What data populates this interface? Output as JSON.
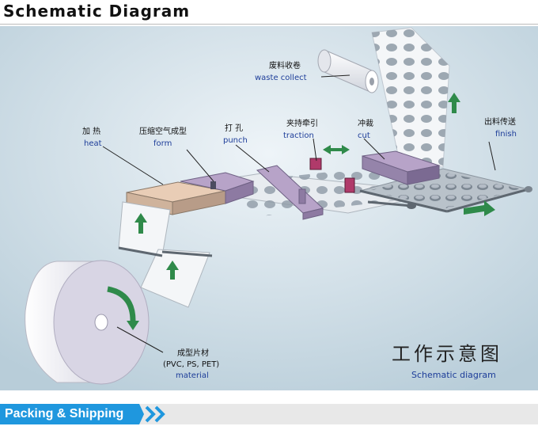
{
  "header": {
    "title": "Schematic Diagram"
  },
  "diagram": {
    "labels": {
      "waste_zh": "废料收卷",
      "waste_en": "waste collect",
      "heat_zh": "加  热",
      "heat_en": "heat",
      "form_zh": "压缩空气成型",
      "form_en": "form",
      "punch_zh": "打 孔",
      "punch_en": "punch",
      "traction_zh": "夹持牵引",
      "traction_en": "traction",
      "cut_zh": "冲裁",
      "cut_en": "cut",
      "finish_zh": "出料传送",
      "finish_en": "finish",
      "material_zh": "成型片材",
      "material_types": "(PVC, PS, PET)",
      "material_en": "material",
      "caption_zh": "工作示意图",
      "caption_en": "Schematic diagram"
    }
  },
  "section": {
    "label": "Packing & Shipping"
  },
  "colors": {
    "accent": "#1f97de",
    "arrow": "#2f8a4a",
    "label_blue": "#1d3d99"
  }
}
